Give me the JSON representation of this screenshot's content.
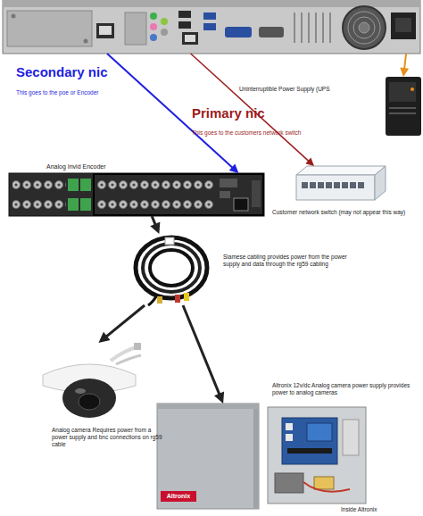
{
  "diagram": {
    "nodes": [
      {
        "text": []
      },
      {
        "text": [
          "Uninterruptible Power Supply (UPS"
        ]
      },
      {
        "text": [
          "Analog Invid Encoder"
        ]
      },
      {
        "text": [
          "Customer network switch (may not appear this way)"
        ]
      },
      {
        "text": [
          "Siamese cabling provides power from the power supply and data through the rg59 cabling"
        ]
      },
      {
        "text": [
          "Analog camera Requires power from a power supply and bnc connections on rg59 cable"
        ]
      },
      {
        "text": [
          "Altronix"
        ]
      },
      {
        "text": [
          "Altronix 12v/dc Analog camera power supply provides power to analog cameras",
          "Inside Altronix"
        ]
      }
    ],
    "edges": [
      {
        "from": 0,
        "to": 2,
        "label": "Secondary nic",
        "arrow": "to"
      },
      {
        "from": 0,
        "to": 3,
        "label": "Primary nic",
        "arrow": "to"
      },
      {
        "from": 0,
        "to": 1,
        "arrow": "to"
      },
      {
        "from": 2,
        "to": 4,
        "arrow": "to"
      },
      {
        "from": 4,
        "to": 5,
        "arrow": "to"
      },
      {
        "from": 4,
        "to": 6,
        "arrow": "to"
      }
    ],
    "labels": [
      "This goes to the poe or Encoder",
      "This goes to the customers network switch"
    ]
  }
}
